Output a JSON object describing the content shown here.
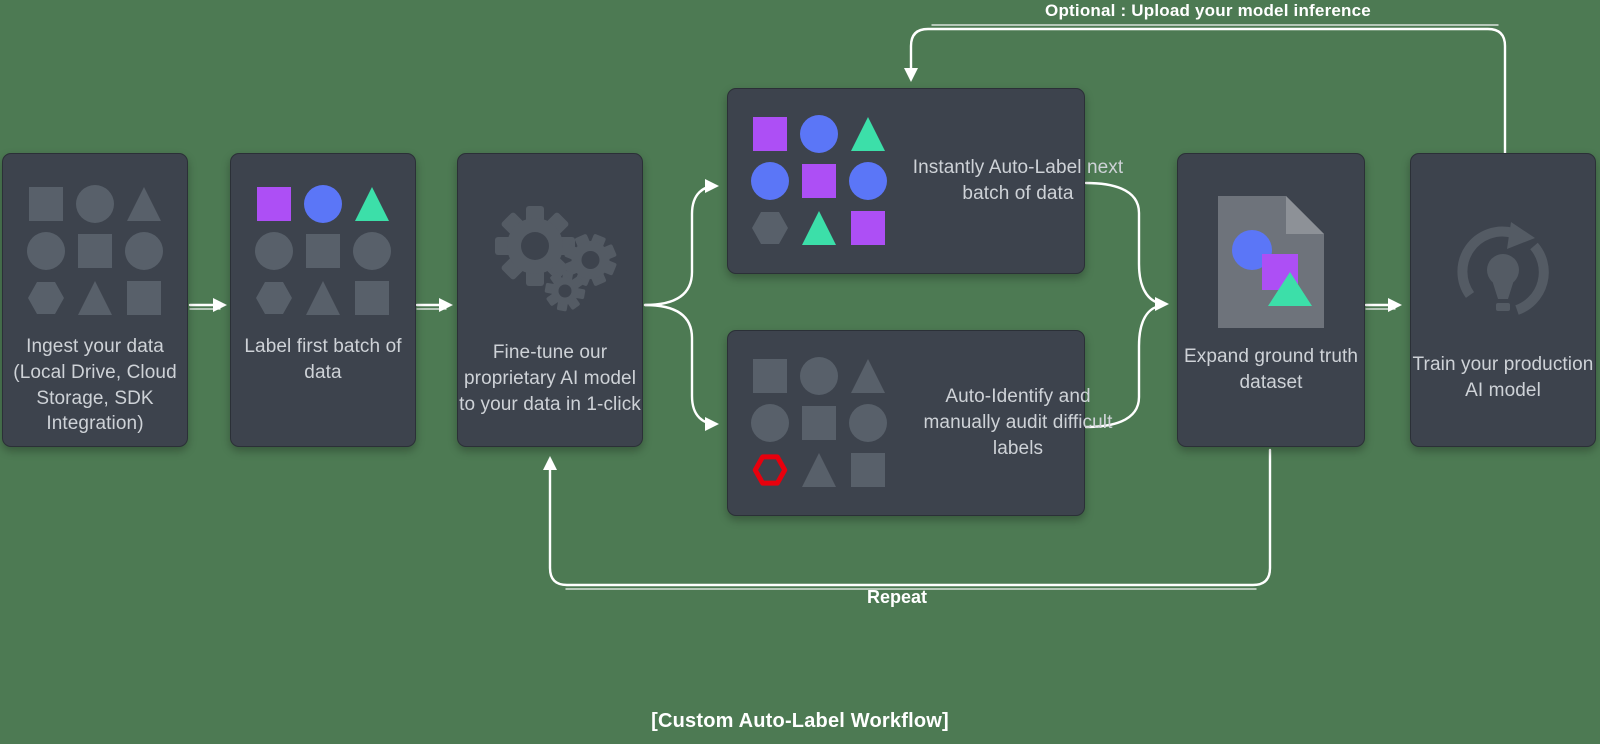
{
  "colors": {
    "background": "#4d7a53",
    "card": "#3d434d",
    "card_border": "#2b3037",
    "text": "#ced2d7",
    "connector": "#ffffff",
    "shapes": {
      "gray": "#58606a",
      "purple": "#ad4ff5",
      "blue": "#5b76f7",
      "green": "#3cdfa9",
      "red": "#e8000d",
      "icon_gray": "#545b64",
      "doc_gray": "#6e737b",
      "doc_fold": "#8d9197"
    }
  },
  "annotations": {
    "optional": "Optional : Upload your model inference",
    "repeat": "Repeat",
    "caption": "[Custom Auto-Label Workflow]"
  },
  "cards": {
    "ingest": {
      "label": "Ingest your data (Local Drive, Cloud Storage, SDK Integration)",
      "icon": "shape-grid"
    },
    "label_first": {
      "label": "Label first batch of data",
      "icon": "shape-grid"
    },
    "fine_tune": {
      "label": "Fine-tune our proprietary AI model to your data in 1-click",
      "icon": "gears-icon"
    },
    "instant_label": {
      "label": "Instantly Auto-Label next batch of data",
      "icon": "shape-grid"
    },
    "audit": {
      "label": "Auto-Identify and manually audit difficult labels",
      "icon": "shape-grid"
    },
    "expand": {
      "label": "Expand ground truth dataset",
      "icon": "document-with-shapes-icon"
    },
    "train": {
      "label": "Train your production AI model",
      "icon": "retrain-model-icon"
    }
  },
  "shape_grids": {
    "ingest": [
      [
        {
          "shape": "square",
          "color": "gray"
        },
        {
          "shape": "circle",
          "color": "gray"
        },
        {
          "shape": "triangle",
          "color": "gray"
        }
      ],
      [
        {
          "shape": "circle",
          "color": "gray"
        },
        {
          "shape": "square",
          "color": "gray"
        },
        {
          "shape": "circle",
          "color": "gray"
        }
      ],
      [
        {
          "shape": "hexagon",
          "color": "gray"
        },
        {
          "shape": "triangle",
          "color": "gray"
        },
        {
          "shape": "square",
          "color": "gray"
        }
      ]
    ],
    "label_first": [
      [
        {
          "shape": "square",
          "color": "purple"
        },
        {
          "shape": "circle",
          "color": "blue"
        },
        {
          "shape": "triangle",
          "color": "green"
        }
      ],
      [
        {
          "shape": "circle",
          "color": "gray"
        },
        {
          "shape": "square",
          "color": "gray"
        },
        {
          "shape": "circle",
          "color": "gray"
        }
      ],
      [
        {
          "shape": "hexagon",
          "color": "gray"
        },
        {
          "shape": "triangle",
          "color": "gray"
        },
        {
          "shape": "square",
          "color": "gray"
        }
      ]
    ],
    "instant_label": [
      [
        {
          "shape": "square",
          "color": "purple"
        },
        {
          "shape": "circle",
          "color": "blue"
        },
        {
          "shape": "triangle",
          "color": "green"
        }
      ],
      [
        {
          "shape": "circle",
          "color": "blue"
        },
        {
          "shape": "square",
          "color": "purple"
        },
        {
          "shape": "circle",
          "color": "blue"
        }
      ],
      [
        {
          "shape": "hexagon",
          "color": "gray"
        },
        {
          "shape": "triangle",
          "color": "green"
        },
        {
          "shape": "square",
          "color": "purple"
        }
      ]
    ],
    "audit": [
      [
        {
          "shape": "square",
          "color": "gray"
        },
        {
          "shape": "circle",
          "color": "gray"
        },
        {
          "shape": "triangle",
          "color": "gray"
        }
      ],
      [
        {
          "shape": "circle",
          "color": "gray"
        },
        {
          "shape": "square",
          "color": "gray"
        },
        {
          "shape": "circle",
          "color": "gray"
        }
      ],
      [
        {
          "shape": "hexagon",
          "color": "red",
          "outline": true
        },
        {
          "shape": "triangle",
          "color": "gray"
        },
        {
          "shape": "square",
          "color": "gray"
        }
      ]
    ]
  }
}
